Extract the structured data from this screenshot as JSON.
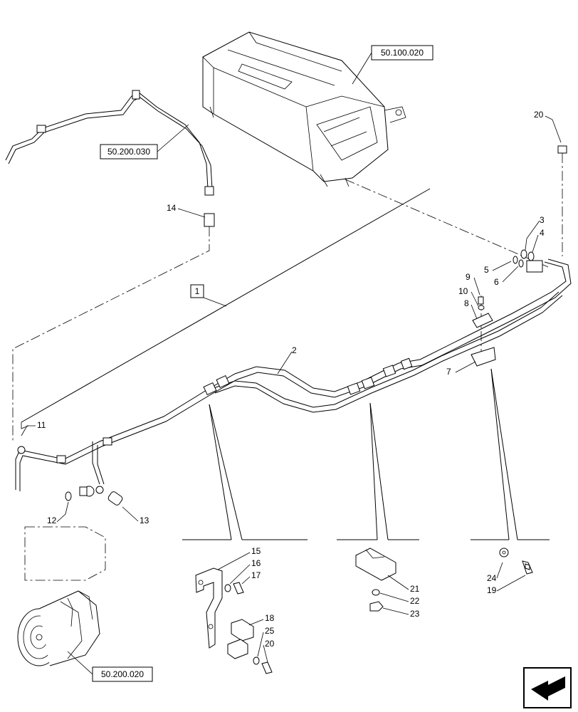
{
  "references": {
    "ref_evaporator": "50.100.020",
    "ref_hose_upper": "50.200.030",
    "ref_compressor": "50.200.020"
  },
  "kit_label": "1",
  "callouts": {
    "c1": "2",
    "c2": "3",
    "c3": "4",
    "c4": "5",
    "c5": "6",
    "c6": "7",
    "c7": "8",
    "c8": "9",
    "c9": "10",
    "c10": "11",
    "c11": "12",
    "c12": "13",
    "c13": "14",
    "c14": "15",
    "c15": "16",
    "c16": "17",
    "c17": "18",
    "c18": "19",
    "c19": "20",
    "c20": "20",
    "c21": "21",
    "c22": "22",
    "c23": "23",
    "c24": "24",
    "c25": "25"
  },
  "icons": {
    "corner": "nav-arrow-icon"
  }
}
